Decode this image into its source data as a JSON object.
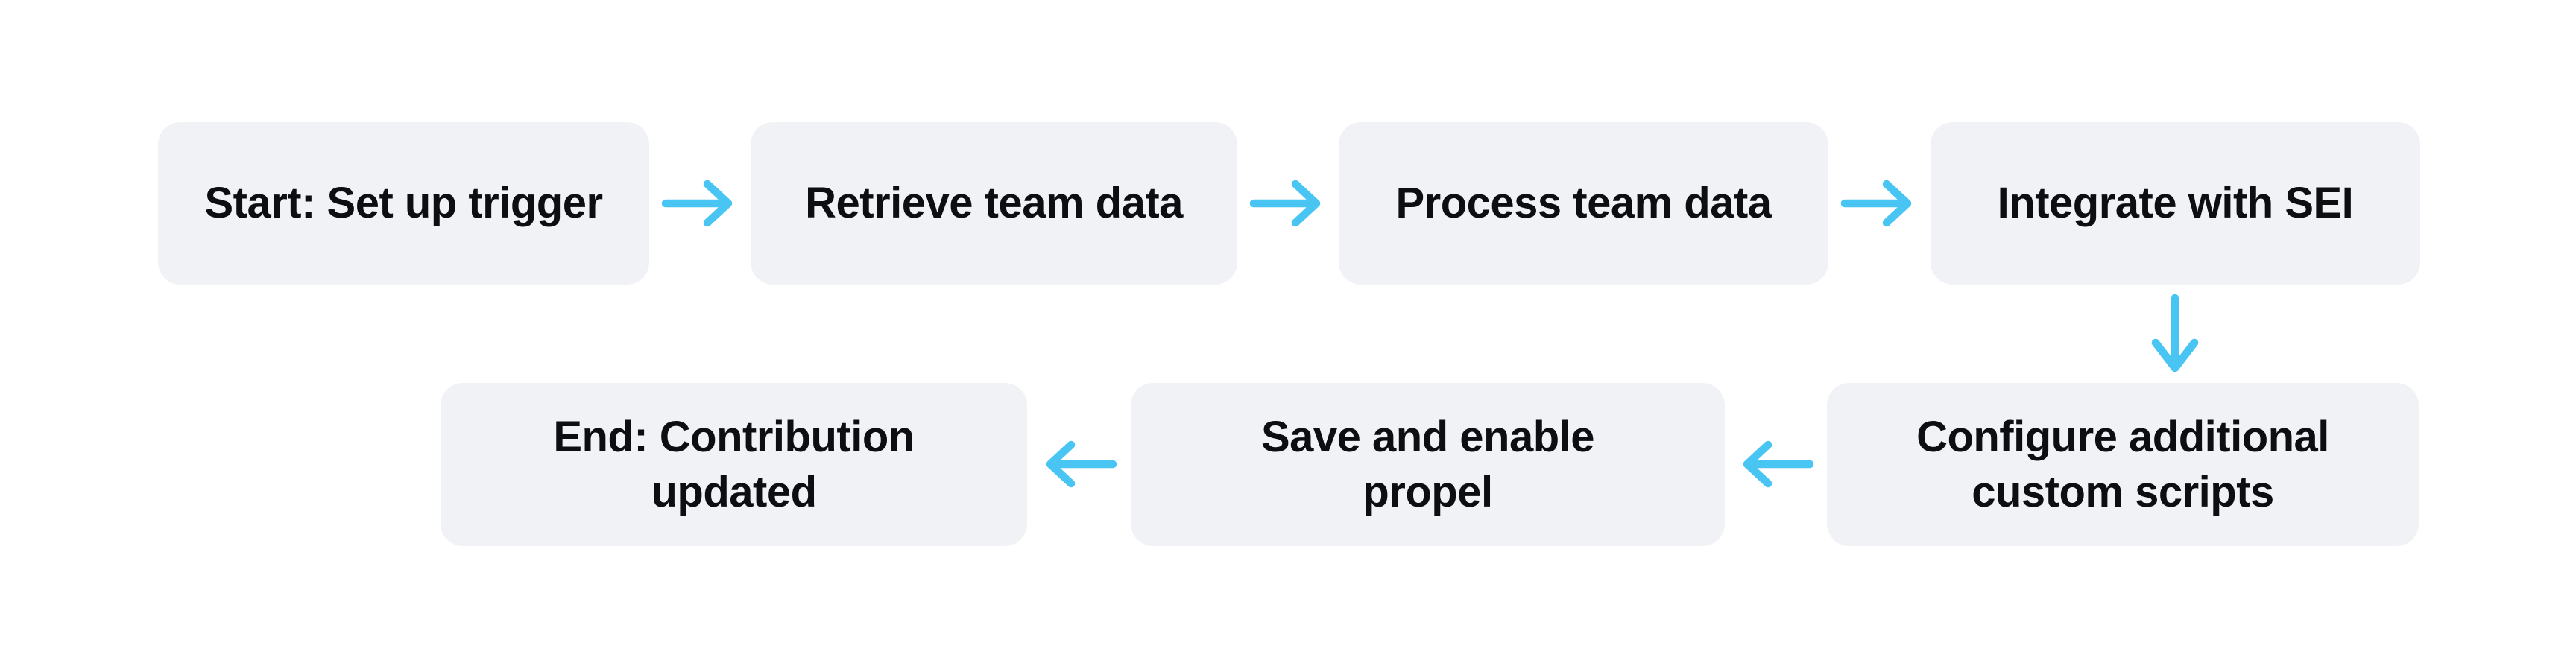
{
  "theme": {
    "background": "#ffffff",
    "node_fill": "#f1f2f6",
    "node_text": "#0d0e12",
    "arrow_color": "#49c5f3"
  },
  "flowchart": {
    "nodes": [
      {
        "id": "start",
        "label": "Start: Set up trigger"
      },
      {
        "id": "retrieve-team-data",
        "label": "Retrieve team data"
      },
      {
        "id": "process-team-data",
        "label": "Process team data"
      },
      {
        "id": "integrate-sei",
        "label": "Integrate with SEI"
      },
      {
        "id": "configure-scripts",
        "label": "Configure additional custom scripts"
      },
      {
        "id": "save-enable-propel",
        "label": "Save and enable propel"
      },
      {
        "id": "end",
        "label": "End: Contribution updated"
      }
    ],
    "edges": [
      {
        "from": "start",
        "to": "retrieve-team-data",
        "direction": "right"
      },
      {
        "from": "retrieve-team-data",
        "to": "process-team-data",
        "direction": "right"
      },
      {
        "from": "process-team-data",
        "to": "integrate-sei",
        "direction": "right"
      },
      {
        "from": "integrate-sei",
        "to": "configure-scripts",
        "direction": "down"
      },
      {
        "from": "configure-scripts",
        "to": "save-enable-propel",
        "direction": "left"
      },
      {
        "from": "save-enable-propel",
        "to": "end",
        "direction": "left"
      }
    ]
  }
}
